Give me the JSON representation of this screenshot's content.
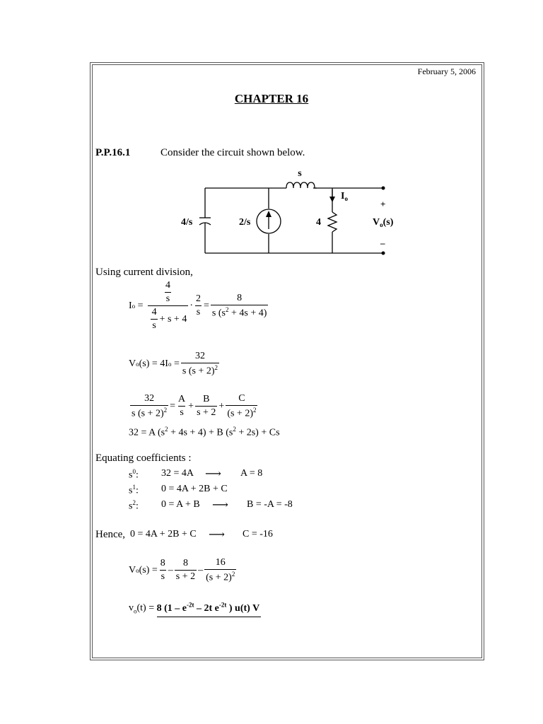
{
  "header": {
    "date": "February 5, 2006",
    "chapter": "CHAPTER 16"
  },
  "problem": {
    "label": "P.P.16.1",
    "statement": "Consider the circuit shown below."
  },
  "circuit": {
    "inductor_label": "s",
    "capacitor_label": "4/s",
    "source_label": "2/s",
    "resistor_label": "4",
    "current_label": "I",
    "current_sub": "o",
    "plus": "+",
    "minus": "–",
    "vout_label": "V",
    "vout_sub": "o",
    "vout_arg": "(s)"
  },
  "text": {
    "current_division": "Using current division,",
    "equating": "Equating coefficients :",
    "hence": "Hence,"
  },
  "eq1": {
    "lhs": "I",
    "lhs_sub": "o",
    "eq": "=",
    "inner_num": "4",
    "inner_den": "s",
    "den_a": "4",
    "den_a_den": "s",
    "den_rest": "+ s + 4",
    "mult": "·",
    "f2_num": "2",
    "f2_den": "s",
    "eq2": "=",
    "res_num": "8",
    "res_den": "s (s",
    "res_den_sup": "2",
    "res_den_rest": " + 4s + 4)"
  },
  "eq2": {
    "lhs": "V",
    "lhs_sub": "o",
    "lhs_rest": "(s) = 4I",
    "lhs_rest_sub": "o",
    "eq": "=",
    "num": "32",
    "den": "s (s + 2)",
    "den_sup": "2"
  },
  "eq3": {
    "lhs_num": "32",
    "lhs_den": "s (s + 2)",
    "lhs_den_sup": "2",
    "eq": "=",
    "a_num": "A",
    "a_den": "s",
    "plus1": "+",
    "b_num": "B",
    "b_den": "s + 2",
    "plus2": "+",
    "c_num": "C",
    "c_den": "(s + 2)",
    "c_den_sup": "2"
  },
  "eq4": {
    "a": "32 = A (s",
    "sup1": "2",
    "b": " + 4s + 4) + B (s",
    "sup2": "2",
    "c": " + 2s) + Cs"
  },
  "coeffs": [
    {
      "s": "s",
      "pow": "0",
      "colon": ":",
      "eq": "32 = 4A",
      "arrow": "⟶",
      "res": "A = 8"
    },
    {
      "s": "s",
      "pow": "1",
      "colon": ":",
      "eq": "0 = 4A + 2B + C",
      "arrow": "",
      "res": ""
    },
    {
      "s": "s",
      "pow": "2",
      "colon": ":",
      "eq": "0 = A + B",
      "arrow": "⟶",
      "res": "B = -A = -8"
    }
  ],
  "hence_eq": {
    "eq": "0 = 4A + 2B + C",
    "arrow": "⟶",
    "res": "C = -16"
  },
  "eq5": {
    "lhs": "V",
    "lhs_sub": "o",
    "lhs_rest": "(s) =",
    "t1_num": "8",
    "t1_den": "s",
    "minus1": "–",
    "t2_num": "8",
    "t2_den": "s + 2",
    "minus2": "–",
    "t3_num": "16",
    "t3_den": "(s + 2)",
    "t3_den_sup": "2"
  },
  "eq6": {
    "lhs": "v",
    "lhs_sub": "o",
    "lhs_rest": "(t) =",
    "a": "8 (1 – e",
    "sup1": "-2t",
    "b": " – 2t e",
    "sup2": "-2t",
    "c": " ) u(t) V"
  }
}
